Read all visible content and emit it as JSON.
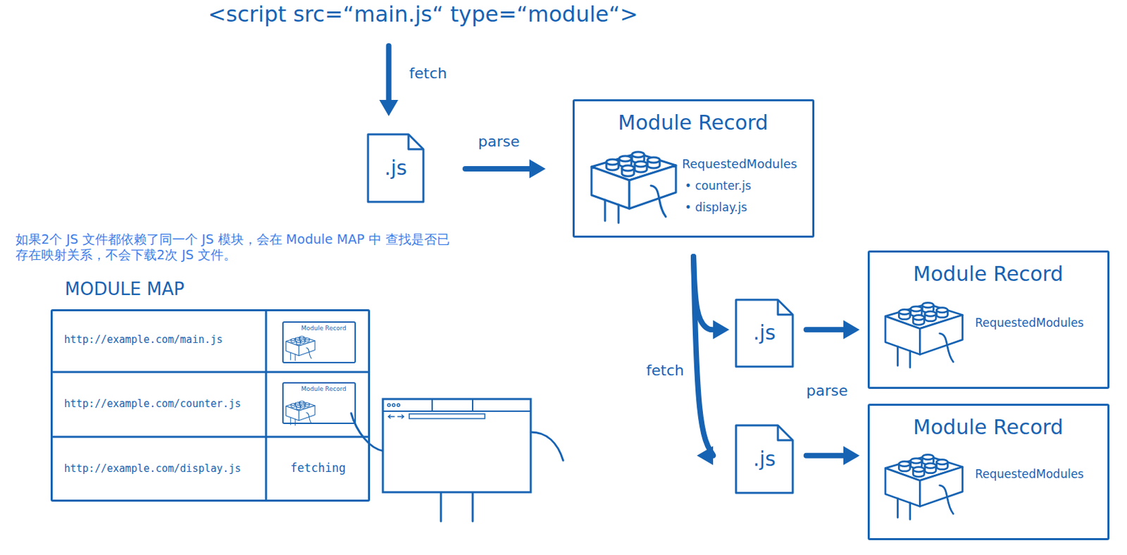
{
  "diagram": {
    "nodes": [
      {
        "text": [
          "<script src=“main.js“ type=“module“>"
        ]
      },
      {
        "text": [
          ".js"
        ]
      },
      {
        "text": [
          "Module Record",
          "RequestedModules",
          "• counter.js",
          "• display.js"
        ]
      },
      {
        "text": [
          ".js"
        ]
      },
      {
        "text": [
          "Module Record",
          "RequestedModules"
        ]
      },
      {
        "text": [
          ".js"
        ]
      },
      {
        "text": [
          "Module Record",
          "RequestedModules"
        ]
      },
      {
        "text": [
          "MODULE MAP"
        ]
      },
      {
        "text": [
          "Module Record"
        ],
        "in": 7
      },
      {
        "text": [
          "Module Record"
        ],
        "in": 7
      }
    ],
    "edges": [
      {
        "from": 0,
        "to": 1,
        "arrow": "to",
        "label": "fetch"
      },
      {
        "from": 1,
        "to": 2,
        "arrow": "to",
        "label": "parse"
      },
      {
        "from": 2,
        "to": 3,
        "arrow": "to"
      },
      {
        "from": 2,
        "to": 5,
        "arrow": "to",
        "label": "fetch"
      },
      {
        "from": 3,
        "to": 4,
        "arrow": "to"
      },
      {
        "from": 5,
        "to": 6,
        "arrow": "to",
        "label": "parse"
      }
    ],
    "labels": [
      "如果2个 JS 文件都依赖了同一个 JS 模块，会在 Module MAP 中 查找是否已存在映射关系，不会下载2次 JS 文件。",
      "http://example.com/main.js",
      "http://example.com/counter.js",
      "http://example.com/display.js",
      "fetching"
    ]
  }
}
